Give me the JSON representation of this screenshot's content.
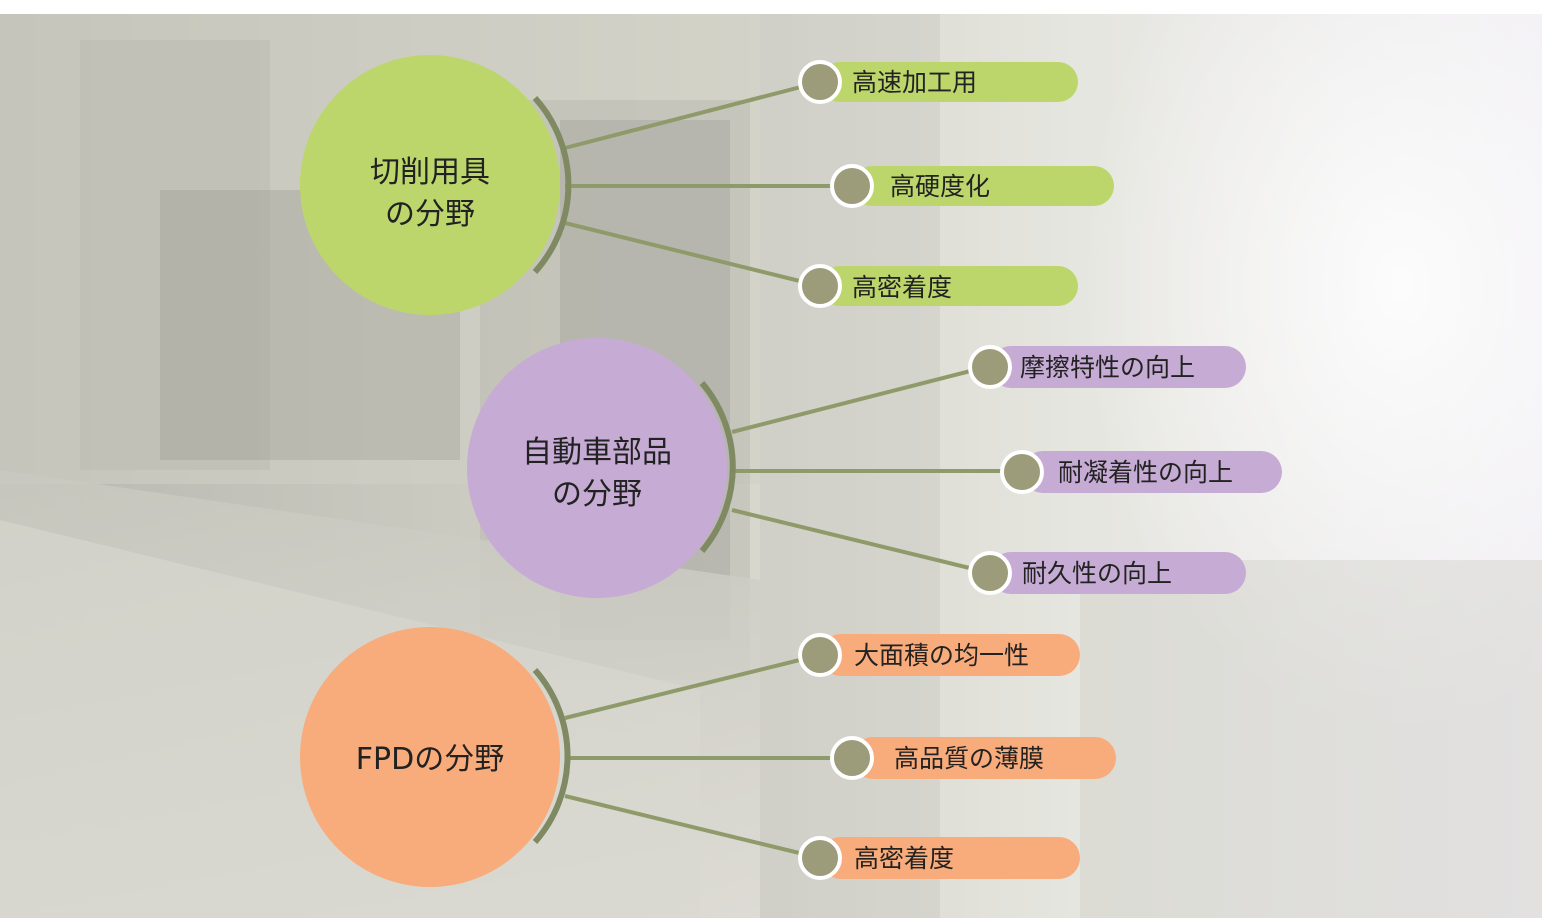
{
  "groups": [
    {
      "title_lines": [
        "切削用具",
        "の分野"
      ],
      "color": "#bcd66b",
      "items": [
        "高速加工用",
        "高硬度化",
        "高密着度"
      ]
    },
    {
      "title_lines": [
        "自動車部品",
        "の分野"
      ],
      "color": "#c6abd4",
      "items": [
        "摩擦特性の向上",
        "耐凝着性の向上",
        "耐久性の向上"
      ]
    },
    {
      "title_lines": [
        "FPDの分野"
      ],
      "color": "#f8ab7b",
      "items": [
        "大面積の均一性",
        "高品質の薄膜",
        "高密着度"
      ]
    }
  ],
  "colors": {
    "connector": "#8f9a6a",
    "node_dot": "#9c9c7a",
    "node_ring": "#ffffff",
    "arc": "#7f8a62"
  }
}
